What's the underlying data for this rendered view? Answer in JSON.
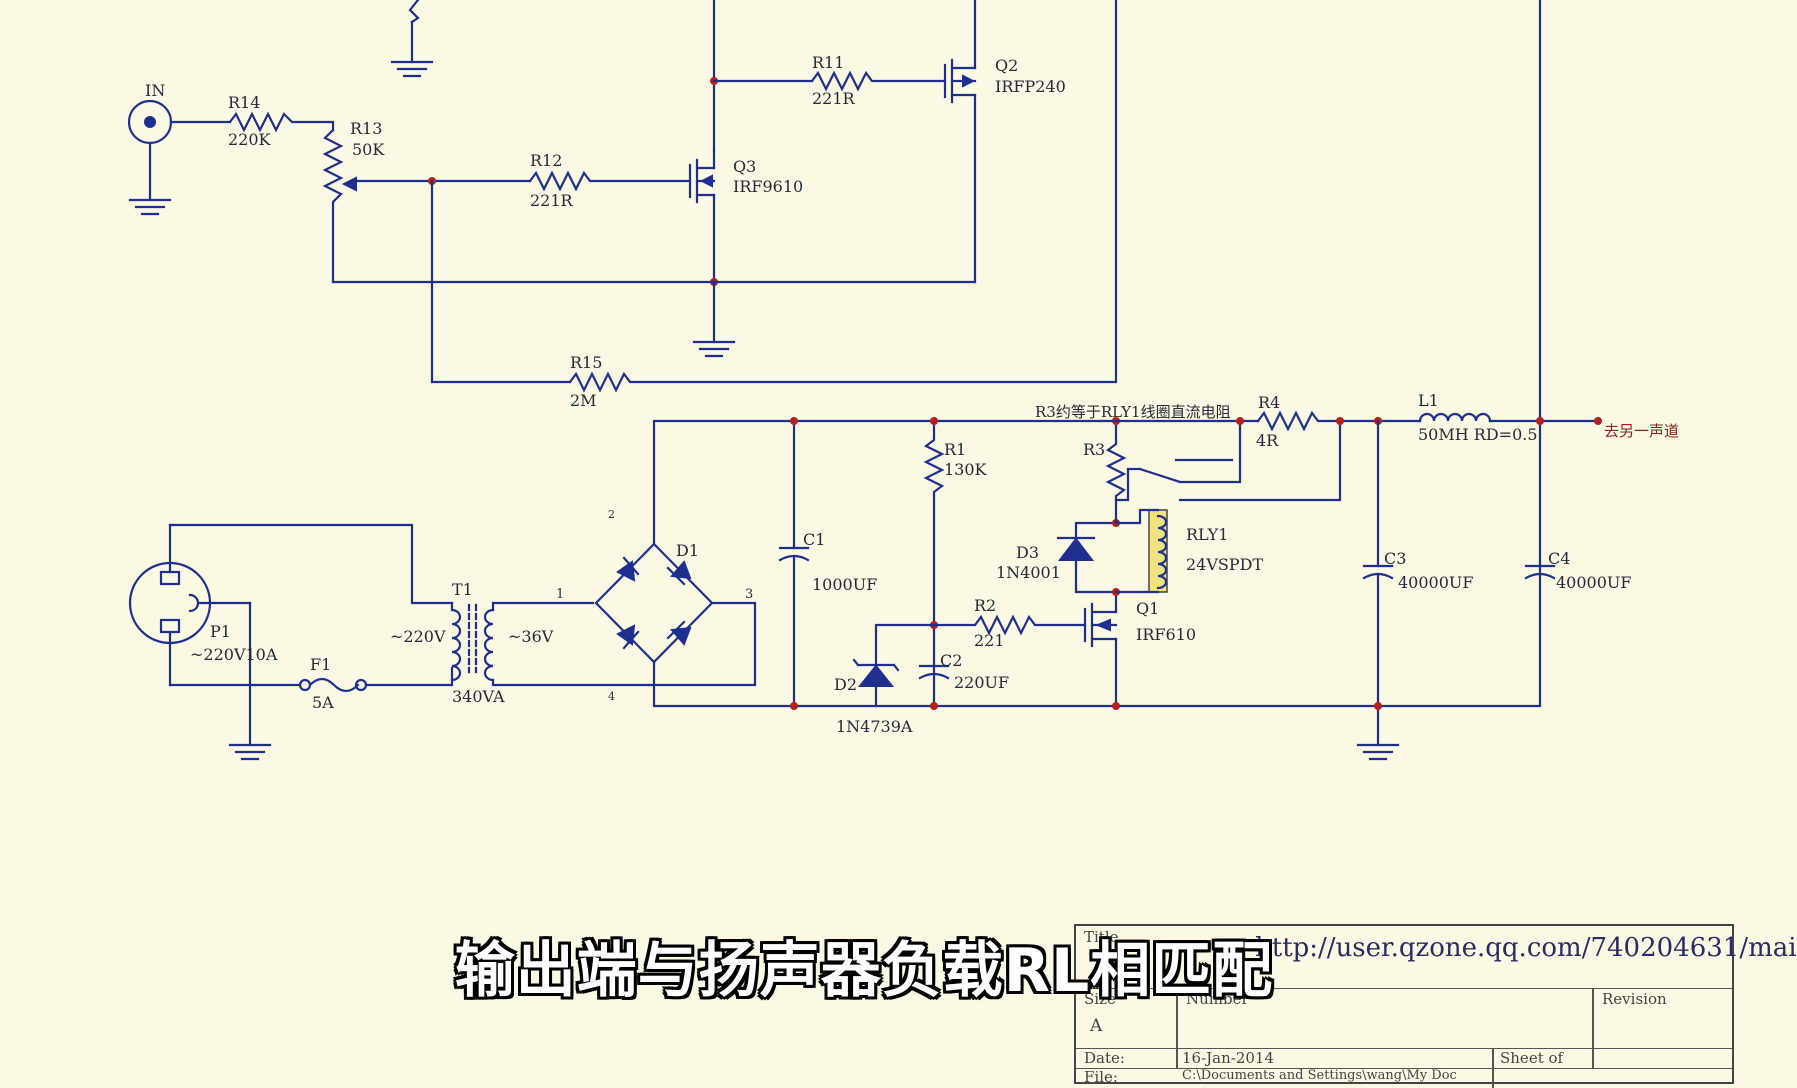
{
  "subtitle": "输出端与扬声器负载RL相匹配",
  "components": {
    "in": {
      "name": "IN"
    },
    "r14": {
      "name": "R14",
      "value": "220K"
    },
    "r13": {
      "name": "R13",
      "value": "50K"
    },
    "r12": {
      "name": "R12",
      "value": "221R"
    },
    "r11": {
      "name": "R11",
      "value": "221R"
    },
    "q2": {
      "name": "Q2",
      "value": "IRFP240"
    },
    "q3": {
      "name": "Q3",
      "value": "IRF9610"
    },
    "r15": {
      "name": "R15",
      "value": "2M"
    },
    "p1": {
      "name": "P1",
      "value": "~220V10A"
    },
    "f1": {
      "name": "F1",
      "value": "5A"
    },
    "t1": {
      "name": "T1",
      "value": "340VA",
      "primary": "~220V",
      "secondary": "~36V"
    },
    "d1": {
      "name": "D1",
      "pin1": "1",
      "pin2": "2",
      "pin3": "3",
      "pin4": "4"
    },
    "c1": {
      "name": "C1",
      "value": "1000UF"
    },
    "r1": {
      "name": "R1",
      "value": "130K"
    },
    "c2": {
      "name": "C2",
      "value": "220UF"
    },
    "d2": {
      "name": "D2",
      "value": "1N4739A"
    },
    "r2": {
      "name": "R2",
      "value": "221"
    },
    "d3": {
      "name": "D3",
      "value": "1N4001"
    },
    "r3": {
      "name": "R3"
    },
    "rly1": {
      "name": "RLY1",
      "value": "24VSPDT"
    },
    "q1": {
      "name": "Q1",
      "value": "IRF610"
    },
    "r4": {
      "name": "R4",
      "value": "4R"
    },
    "l1": {
      "name": "L1",
      "value": "50MH RD=0.5"
    },
    "c3": {
      "name": "C3",
      "value": "40000UF"
    },
    "c4": {
      "name": "C4",
      "value": "40000UF"
    }
  },
  "notes": {
    "r3_note": "R3约等于RLY1线圈直流电阻",
    "output_note": "去另一声道"
  },
  "title_block": {
    "title_label": "Title",
    "url": "http://user.qzone.qq.com/740204631/mai",
    "size_label": "Size",
    "size_value": "A",
    "number_label": "Number",
    "revision_label": "Revision",
    "date_label": "Date:",
    "date_value": "16-Jan-2014",
    "sheet_label": "Sheet of",
    "file_label": "File:",
    "file_value": "C:\\Documents and Settings\\wang\\My Doc"
  },
  "colors": {
    "background": "#fbf9e3",
    "wire": "#1f2f8f",
    "junction": "#b42020",
    "relay_coil": "#f2e27a"
  }
}
